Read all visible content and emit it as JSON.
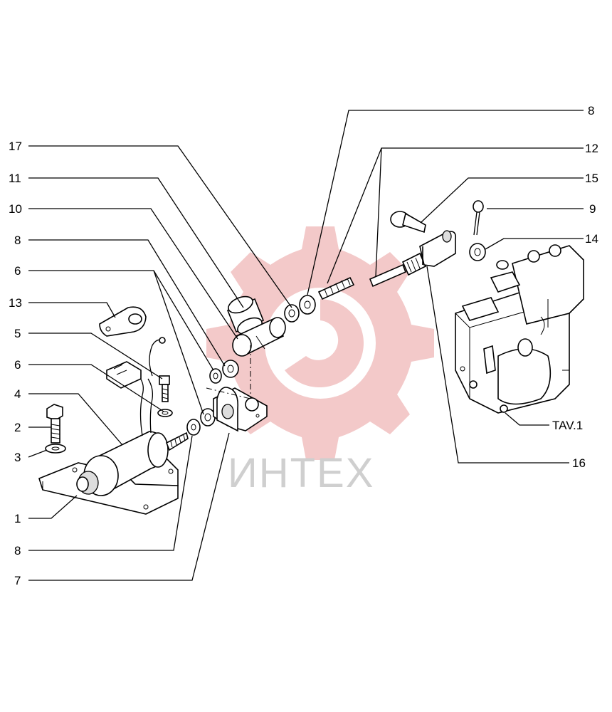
{
  "watermark": {
    "text": "ИНТЕХ",
    "gear_color": "#f3c9c9",
    "text_color": "#cfcfcf"
  },
  "callouts": [
    {
      "id": "c17",
      "text": "17"
    },
    {
      "id": "c11",
      "text": "11"
    },
    {
      "id": "c10",
      "text": "10"
    },
    {
      "id": "c8a",
      "text": "8"
    },
    {
      "id": "c6a",
      "text": "6"
    },
    {
      "id": "c13",
      "text": "13"
    },
    {
      "id": "c5",
      "text": "5"
    },
    {
      "id": "c6b",
      "text": "6"
    },
    {
      "id": "c4",
      "text": "4"
    },
    {
      "id": "c2",
      "text": "2"
    },
    {
      "id": "c3",
      "text": "3"
    },
    {
      "id": "c1",
      "text": "1"
    },
    {
      "id": "c8b",
      "text": "8"
    },
    {
      "id": "c7",
      "text": "7"
    },
    {
      "id": "c8r",
      "text": "8"
    },
    {
      "id": "c12",
      "text": "12"
    },
    {
      "id": "c15",
      "text": "15"
    },
    {
      "id": "c9",
      "text": "9"
    },
    {
      "id": "c14",
      "text": "14"
    },
    {
      "id": "ctav",
      "text": "TAV.1"
    },
    {
      "id": "c16",
      "text": "16"
    }
  ]
}
